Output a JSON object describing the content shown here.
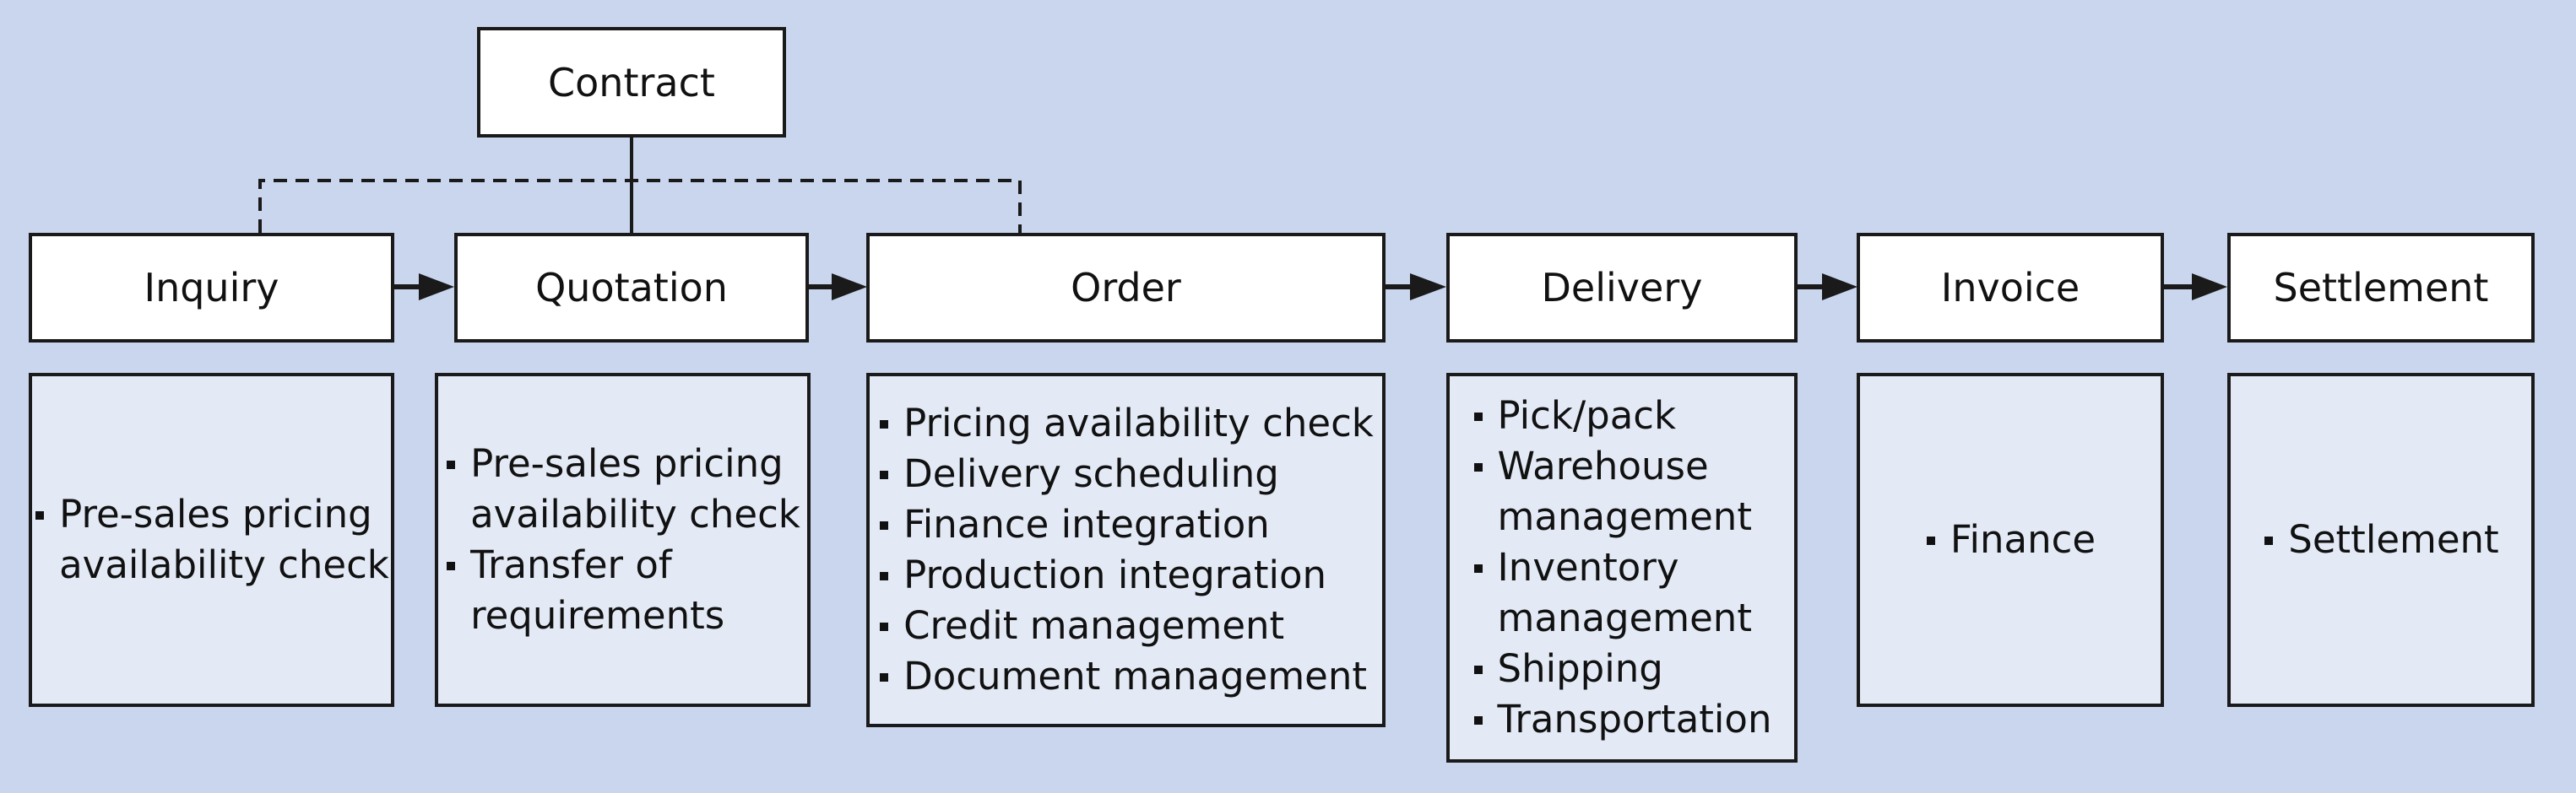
{
  "diagram": {
    "contract": {
      "label": "Contract"
    },
    "stages": [
      {
        "label": "Inquiry",
        "items": [
          "Pre-sales pricing\navailability check"
        ]
      },
      {
        "label": "Quotation",
        "items": [
          "Pre-sales pricing\navailability check",
          "Transfer of\nrequirements"
        ]
      },
      {
        "label": "Order",
        "items": [
          "Pricing availability check",
          "Delivery scheduling",
          "Finance integration",
          "Production integration",
          "Credit management",
          "Document management"
        ]
      },
      {
        "label": "Delivery",
        "items": [
          "Pick/pack",
          "Warehouse\nmanagement",
          "Inventory\nmanagement",
          "Shipping",
          "Transportation"
        ]
      },
      {
        "label": "Invoice",
        "items": [
          "Finance"
        ]
      },
      {
        "label": "Settlement",
        "items": [
          "Settlement"
        ]
      }
    ],
    "colors": {
      "background": "#c9d6ee",
      "detail_fill": "#e3eaf6",
      "title_fill": "#ffffff",
      "stroke": "#1a1a1a"
    }
  }
}
